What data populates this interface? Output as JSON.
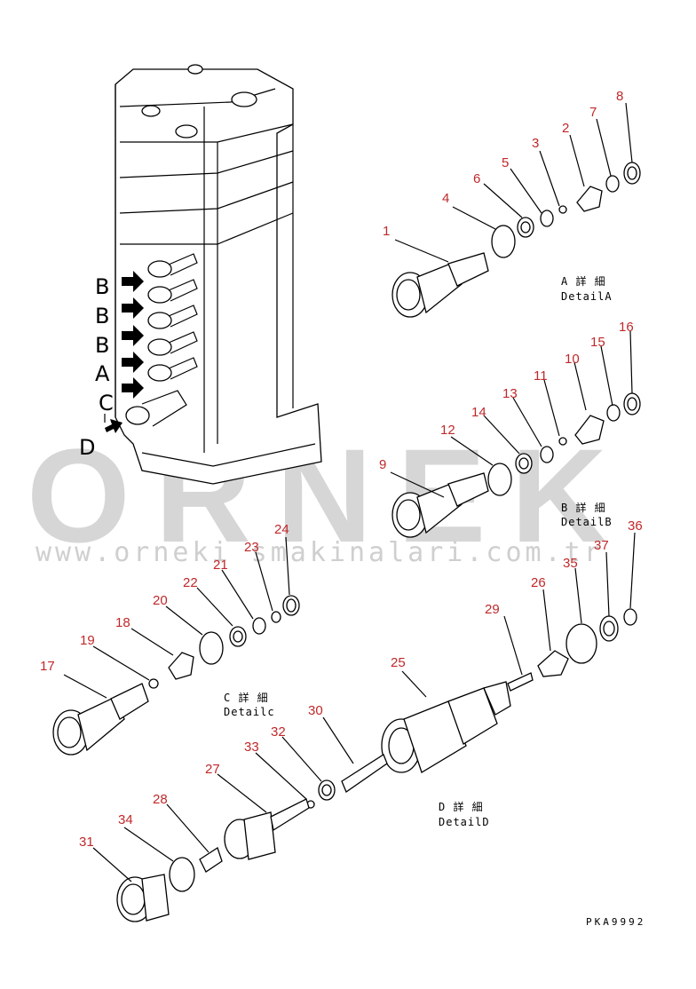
{
  "watermark": {
    "text": "ORNEK",
    "url": "www.orneki smakinalari.com.tr",
    "color": "#d6d6d6"
  },
  "arrow_labels": [
    "B",
    "B",
    "B",
    "A",
    "C",
    "D"
  ],
  "callouts": [
    {
      "id": "p1",
      "label": "1"
    },
    {
      "id": "p2",
      "label": "2"
    },
    {
      "id": "p3",
      "label": "3"
    },
    {
      "id": "p4",
      "label": "4"
    },
    {
      "id": "p5",
      "label": "5"
    },
    {
      "id": "p6",
      "label": "6"
    },
    {
      "id": "p7",
      "label": "7"
    },
    {
      "id": "p8",
      "label": "8"
    },
    {
      "id": "p9",
      "label": "9"
    },
    {
      "id": "p10",
      "label": "10"
    },
    {
      "id": "p11",
      "label": "11"
    },
    {
      "id": "p12",
      "label": "12"
    },
    {
      "id": "p13",
      "label": "13"
    },
    {
      "id": "p14",
      "label": "14"
    },
    {
      "id": "p15",
      "label": "15"
    },
    {
      "id": "p16",
      "label": "16"
    },
    {
      "id": "p17",
      "label": "17"
    },
    {
      "id": "p18",
      "label": "18"
    },
    {
      "id": "p19",
      "label": "19"
    },
    {
      "id": "p20",
      "label": "20"
    },
    {
      "id": "p21",
      "label": "21"
    },
    {
      "id": "p22",
      "label": "22"
    },
    {
      "id": "p23",
      "label": "23"
    },
    {
      "id": "p24",
      "label": "24"
    },
    {
      "id": "p25",
      "label": "25"
    },
    {
      "id": "p26",
      "label": "26"
    },
    {
      "id": "p27",
      "label": "27"
    },
    {
      "id": "p28",
      "label": "28"
    },
    {
      "id": "p29",
      "label": "29"
    },
    {
      "id": "p30",
      "label": "30"
    },
    {
      "id": "p31",
      "label": "31"
    },
    {
      "id": "p32",
      "label": "32"
    },
    {
      "id": "p33",
      "label": "33"
    },
    {
      "id": "p34",
      "label": "34"
    },
    {
      "id": "p35",
      "label": "35"
    },
    {
      "id": "p36",
      "label": "36"
    },
    {
      "id": "p37",
      "label": "37"
    }
  ],
  "details": {
    "a_jp": "A 詳 細",
    "a_en": "DetailA",
    "b_jp": "B 詳 細",
    "b_en": "DetailB",
    "c_jp": "C 詳 細",
    "c_en": "Detailc",
    "d_jp": "D 詳 細",
    "d_en": "DetailD"
  },
  "drawing_code": "PKA9992",
  "colors": {
    "callout": "#c0282a",
    "line": "#000000"
  }
}
